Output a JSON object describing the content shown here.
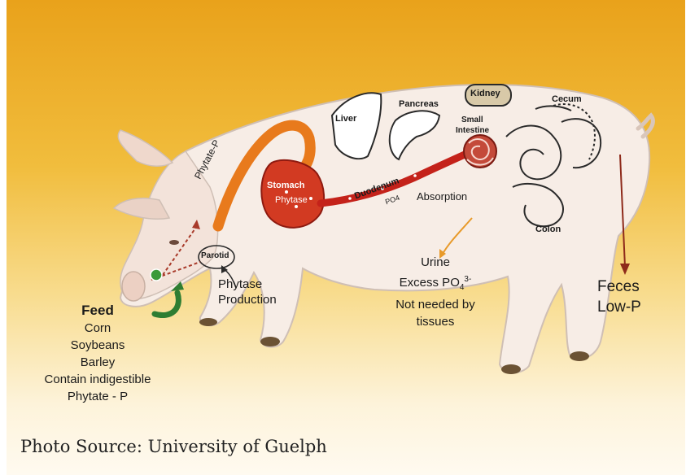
{
  "feed": {
    "title": "Feed",
    "items": [
      "Corn",
      "Soybeans",
      "Barley",
      "Contain indigestible",
      "Phytate - P"
    ]
  },
  "labels": {
    "phytate_p": "Phytate-P",
    "stomach": "Stomach",
    "phytase": "Phytase",
    "liver": "Liver",
    "pancreas": "Pancreas",
    "small_intestine_1": "Small",
    "small_intestine_2": "Intestine",
    "kidney": "Kidney",
    "cecum": "Cecum",
    "duodenum": "Duodenum",
    "po4_small": "PO4",
    "absorption": "Absorption",
    "colon": "Colon",
    "parotid": "Parotid",
    "phytase_production_1": "Phytase",
    "phytase_production_2": "Production"
  },
  "urine": {
    "line1": "Urine",
    "line2_base": "Excess PO",
    "line2_sub": "4",
    "line2_sup": "3-",
    "line3": "Not needed by",
    "line4": "tissues"
  },
  "feces": {
    "line1": "Feces",
    "line2": "Low-P"
  },
  "caption": "Photo Source: University of Guelph"
}
